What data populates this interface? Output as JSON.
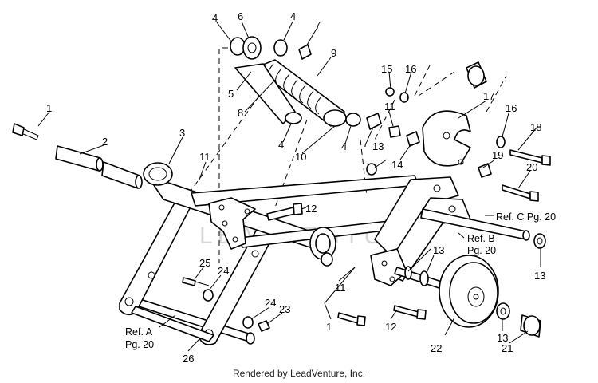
{
  "diagram": {
    "callouts": [
      {
        "id": "c1a",
        "text": "1"
      },
      {
        "id": "c2",
        "text": "2"
      },
      {
        "id": "c3",
        "text": "3"
      },
      {
        "id": "c4a",
        "text": "4"
      },
      {
        "id": "c6",
        "text": "6"
      },
      {
        "id": "c4b",
        "text": "4"
      },
      {
        "id": "c7a",
        "text": "7"
      },
      {
        "id": "c9",
        "text": "9"
      },
      {
        "id": "c5",
        "text": "5"
      },
      {
        "id": "c8",
        "text": "8"
      },
      {
        "id": "c4c",
        "text": "4"
      },
      {
        "id": "c10",
        "text": "10"
      },
      {
        "id": "c4d",
        "text": "4"
      },
      {
        "id": "c7b",
        "text": "7"
      },
      {
        "id": "c11a",
        "text": "11"
      },
      {
        "id": "c11b",
        "text": "11"
      },
      {
        "id": "c15",
        "text": "15"
      },
      {
        "id": "c16a",
        "text": "16"
      },
      {
        "id": "c17",
        "text": "17"
      },
      {
        "id": "c16b",
        "text": "16"
      },
      {
        "id": "c18",
        "text": "18"
      },
      {
        "id": "c13a",
        "text": "13"
      },
      {
        "id": "c14",
        "text": "14"
      },
      {
        "id": "c19",
        "text": "19"
      },
      {
        "id": "c20",
        "text": "20"
      },
      {
        "id": "c12a",
        "text": "12"
      },
      {
        "id": "c25",
        "text": "25"
      },
      {
        "id": "c24a",
        "text": "24"
      },
      {
        "id": "c24b",
        "text": "24"
      },
      {
        "id": "c23",
        "text": "23"
      },
      {
        "id": "c11c",
        "text": "11"
      },
      {
        "id": "c1b",
        "text": "1"
      },
      {
        "id": "c12b",
        "text": "12"
      },
      {
        "id": "c13b",
        "text": "13"
      },
      {
        "id": "c13c",
        "text": "13"
      },
      {
        "id": "c13d",
        "text": "13"
      },
      {
        "id": "c22",
        "text": "22"
      },
      {
        "id": "c21",
        "text": "21"
      },
      {
        "id": "c26",
        "text": "26"
      }
    ],
    "references": {
      "ref_a_line1": "Ref. A",
      "ref_a_line2": "Pg. 20",
      "ref_b_line1": "Ref. B",
      "ref_b_line2": "Pg. 20",
      "ref_c": "Ref. C Pg. 20"
    },
    "watermark": "LEADVENTURE"
  },
  "footer": {
    "credit": "Rendered by LeadVenture, Inc."
  }
}
